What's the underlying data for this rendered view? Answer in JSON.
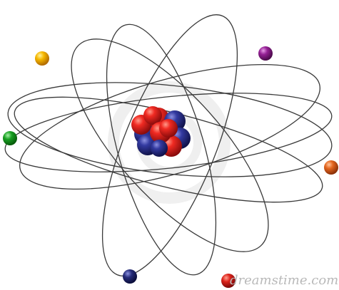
{
  "image": {
    "subject": "atom",
    "background": "#ffffff"
  },
  "header_strip": {
    "text": "",
    "color": "#000000"
  },
  "watermark": {
    "brand_text": "dreamstime.com",
    "color": "#b9b9b9"
  },
  "colors": {
    "orbit_line": "#3a3a3a",
    "proton_red": "#e11d1d",
    "neutron_blue": "#2b2f8f",
    "electron_yellow": "#f4b400",
    "electron_purple": "#8e1f8e",
    "electron_green": "#14a01e",
    "electron_orange": "#e06020",
    "electron_navy": "#242a76",
    "electron_red": "#d8201a"
  },
  "electrons": [
    {
      "name": "electron-yellow",
      "color": "electron_yellow"
    },
    {
      "name": "electron-purple",
      "color": "electron_purple"
    },
    {
      "name": "electron-green",
      "color": "electron_green"
    },
    {
      "name": "electron-orange",
      "color": "electron_orange"
    },
    {
      "name": "electron-navy",
      "color": "electron_navy"
    },
    {
      "name": "electron-red",
      "color": "electron_red"
    }
  ]
}
